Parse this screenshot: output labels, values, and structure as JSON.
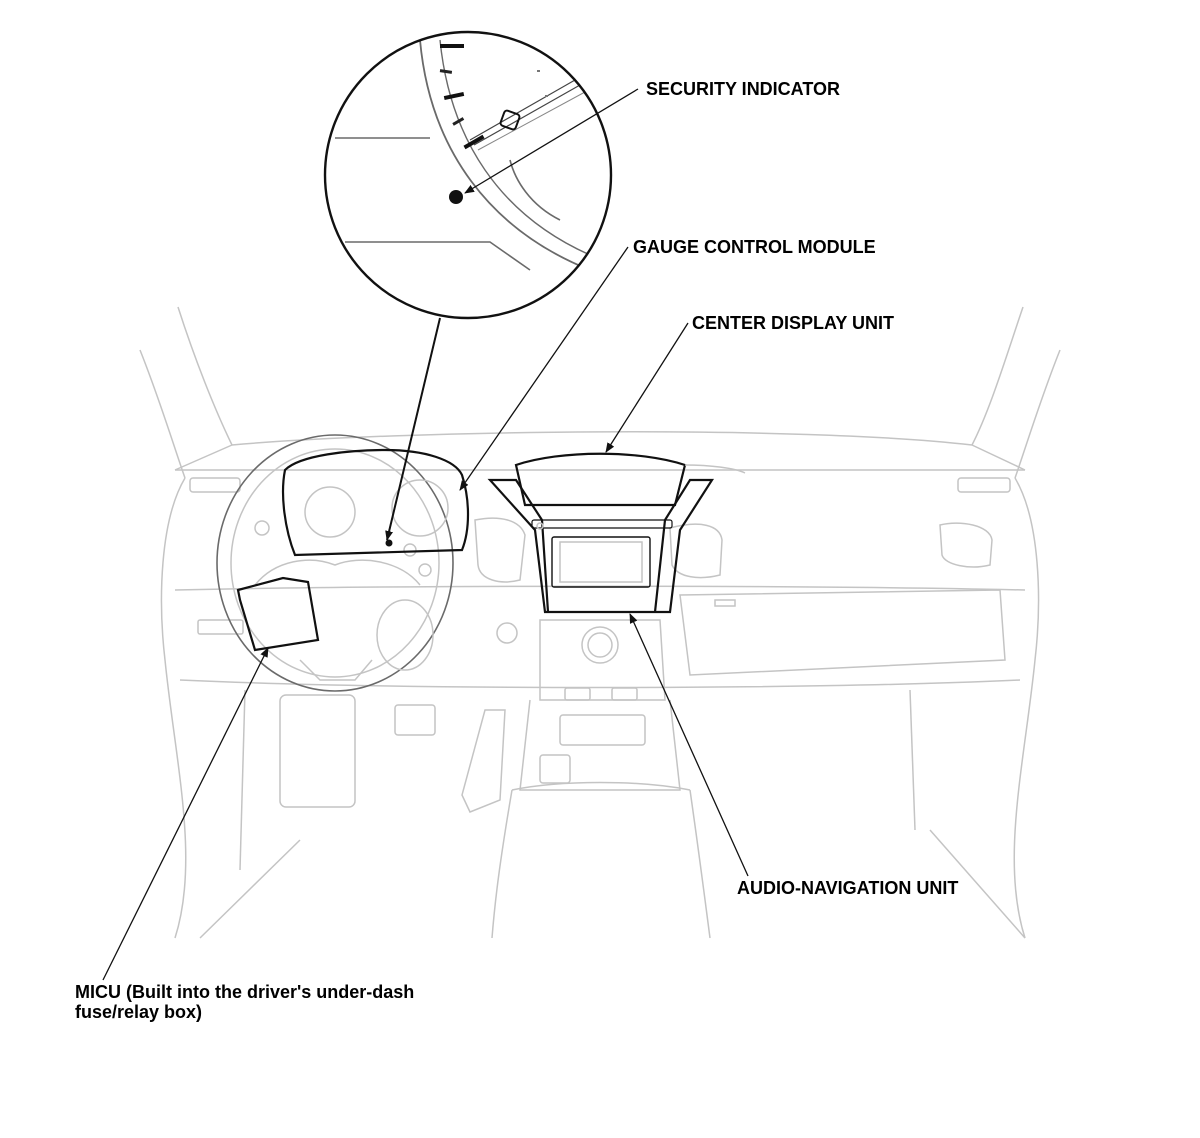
{
  "labels": {
    "security_indicator": "SECURITY INDICATOR",
    "gauge_control_module": "GAUGE CONTROL MODULE",
    "center_display_unit": "CENTER DISPLAY UNIT",
    "audio_navigation_unit": "AUDIO-NAVIGATION UNIT",
    "micu_line1": "MICU (Built into the driver's under-dash",
    "micu_line2": "fuse/relay box)"
  },
  "colors": {
    "line_dark": "#111111",
    "line_faint": "#c4c4c4",
    "background": "#ffffff"
  }
}
